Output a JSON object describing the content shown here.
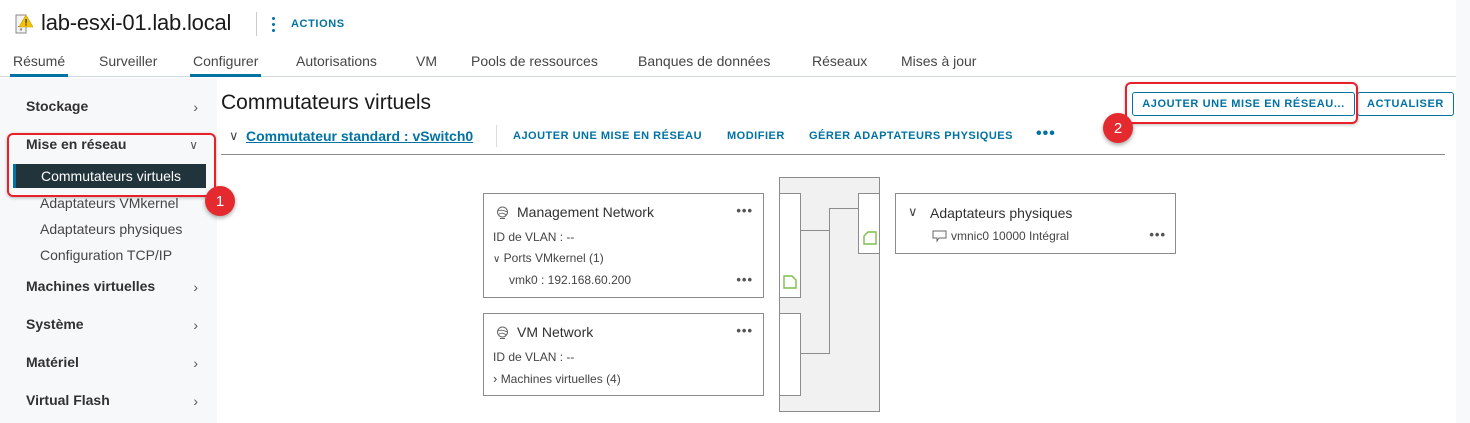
{
  "header": {
    "host_name": "lab-esxi-01.lab.local",
    "host_icon": "host-warning-icon",
    "actions_label": "ACTIONS"
  },
  "tabs": [
    {
      "label": "Résumé",
      "active": true
    },
    {
      "label": "Surveiller",
      "active": false
    },
    {
      "label": "Configurer",
      "active": true
    },
    {
      "label": "Autorisations",
      "active": false
    },
    {
      "label": "VM",
      "active": false
    },
    {
      "label": "Pools de ressources",
      "active": false
    },
    {
      "label": "Banques de données",
      "active": false
    },
    {
      "label": "Réseaux",
      "active": false
    },
    {
      "label": "Mises à jour",
      "active": false
    }
  ],
  "sidebar": {
    "sections": [
      {
        "label": "Stockage",
        "expanded": false
      },
      {
        "label": "Mise en réseau",
        "expanded": true
      },
      {
        "label": "Machines virtuelles",
        "expanded": false
      },
      {
        "label": "Système",
        "expanded": false
      },
      {
        "label": "Matériel",
        "expanded": false
      },
      {
        "label": "Virtual Flash",
        "expanded": false
      }
    ],
    "networking_items": [
      {
        "label": "Commutateurs virtuels",
        "selected": true
      },
      {
        "label": "Adaptateurs VMkernel",
        "selected": false
      },
      {
        "label": "Adaptateurs physiques",
        "selected": false
      },
      {
        "label": "Configuration TCP/IP",
        "selected": false
      }
    ]
  },
  "main": {
    "title": "Commutateurs virtuels",
    "buttons": {
      "add_networking": "AJOUTER UNE MISE EN RÉSEAU...",
      "refresh": "ACTUALISER"
    },
    "switch": {
      "name": "Commutateur standard : vSwitch0",
      "actions": [
        "AJOUTER UNE MISE EN RÉSEAU",
        "MODIFIER",
        "GÉRER ADAPTATEURS PHYSIQUES"
      ],
      "more": "•••"
    },
    "portgroups": [
      {
        "name": "Management Network",
        "vlan": "ID de VLAN : --",
        "ports_label": "Ports VMkernel (1)",
        "ports_expanded": true,
        "ports": [
          "vmk0 : 192.168.60.200"
        ]
      },
      {
        "name": "VM Network",
        "vlan": "ID de VLAN : --",
        "vms_label": "Machines virtuelles (4)",
        "vms_expanded": false
      }
    ],
    "physical_adapters": {
      "title": "Adaptateurs physiques",
      "items": [
        "vmnic0 10000 Intégral"
      ]
    }
  },
  "annotations": [
    {
      "number": "1",
      "target": "Commutateurs virtuels"
    },
    {
      "number": "2",
      "target": "AJOUTER UNE MISE EN RÉSEAU..."
    }
  ],
  "colors": {
    "accent": "#0072a3",
    "selected_bg": "#21333b",
    "annotation": "#e52a2f",
    "port_icon": "#7cbf4a"
  }
}
